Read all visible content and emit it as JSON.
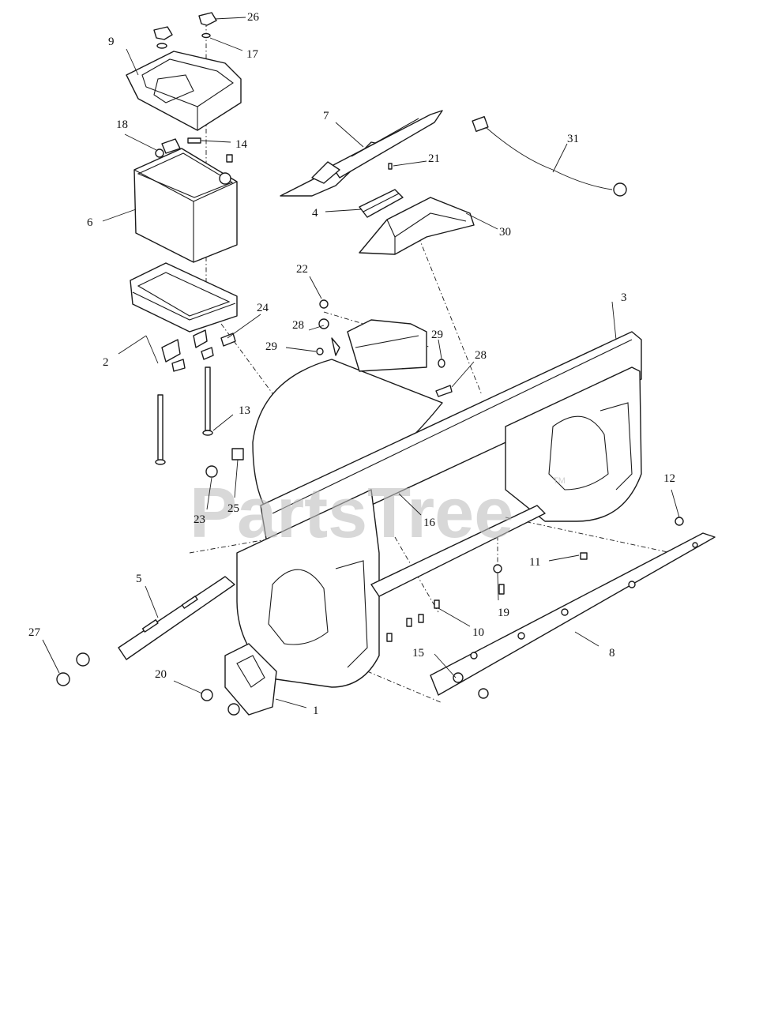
{
  "watermark": {
    "text": "PartsTree",
    "trademark": "TM"
  },
  "callouts": [
    "1",
    "2",
    "3",
    "4",
    "5",
    "6",
    "7",
    "8",
    "9",
    "10",
    "11",
    "12",
    "13",
    "14",
    "15",
    "16",
    "17",
    "18",
    "19",
    "20",
    "21",
    "22",
    "23",
    "24",
    "25",
    "26",
    "27",
    "28",
    "29",
    "30",
    "31"
  ]
}
